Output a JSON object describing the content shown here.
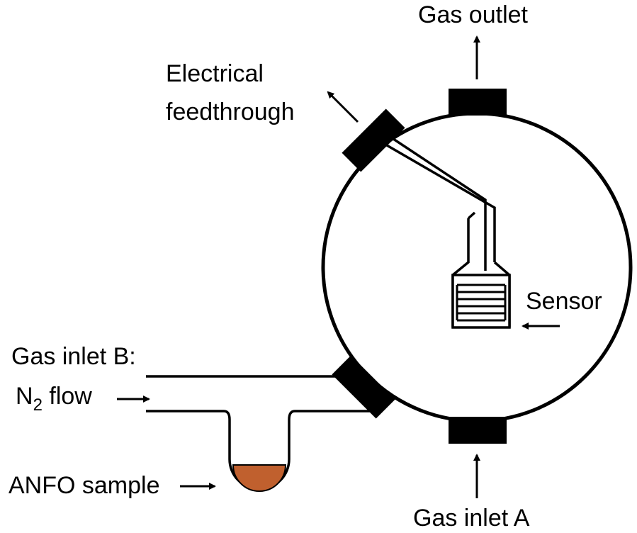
{
  "labels": {
    "gas_outlet": "Gas outlet",
    "electrical_line1": "Electrical",
    "electrical_line2": "feedthrough",
    "sensor": "Sensor",
    "gas_inlet_b": "Gas inlet B:",
    "n2_prefix": "N",
    "n2_subscript": "2",
    "n2_suffix": " flow",
    "anfo_sample": "ANFO sample",
    "gas_inlet_a": "Gas inlet A"
  },
  "colors": {
    "line": "#000000",
    "sample_fill": "#c0602e"
  }
}
